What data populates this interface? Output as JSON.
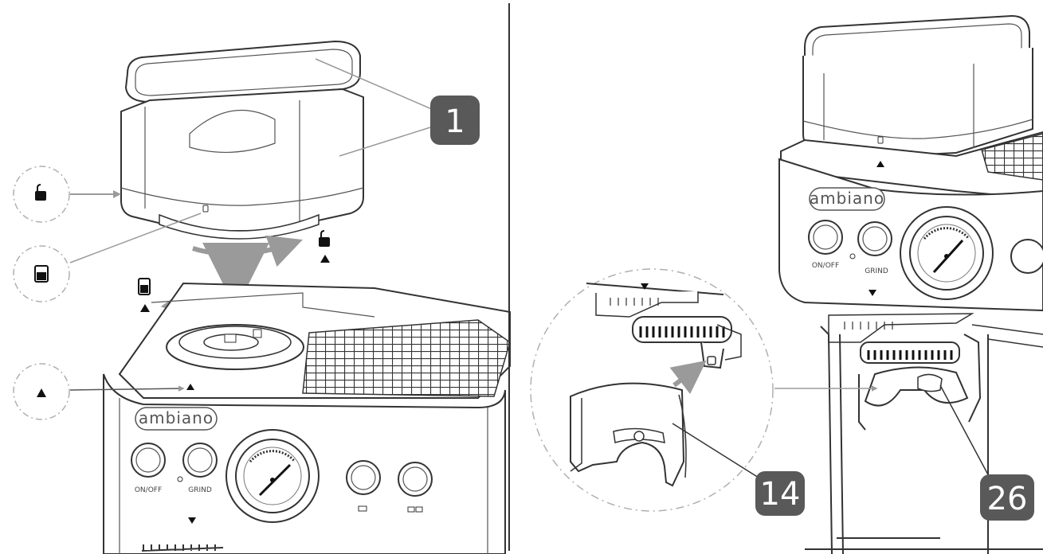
{
  "callouts": [
    {
      "label": "1",
      "part": "bean-hopper-and-lid"
    },
    {
      "label": "14",
      "part": "portafilter-holder"
    },
    {
      "label": "26",
      "part": "portafilter-hook"
    }
  ],
  "brand": "ambiano",
  "buttons": {
    "power": "ON/OFF",
    "grind": "GRIND"
  },
  "colors": {
    "line": "#333333",
    "arrow": "#9a9a9a",
    "callout_fill": "#595959",
    "dashed_circle": "#b0b0b0"
  },
  "symbols": {
    "unlock": "unlock-icon",
    "lock": "lock-icon",
    "alignment": "triangle-marker-icon"
  }
}
